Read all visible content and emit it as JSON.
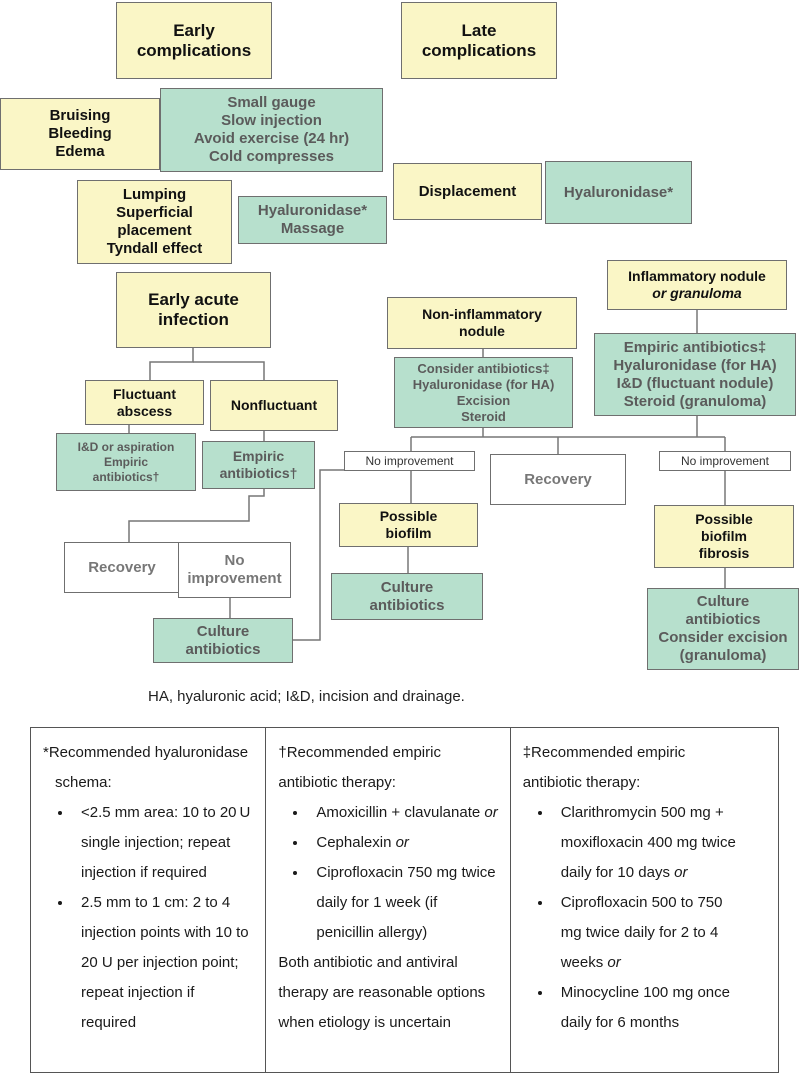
{
  "headers": {
    "early": [
      "Early",
      "complications"
    ],
    "late": [
      "Late",
      "complications"
    ]
  },
  "nodes": {
    "bruising": [
      "Bruising",
      "Bleeding",
      "Edema"
    ],
    "bruising_mgmt": [
      "Small gauge",
      "Slow injection",
      "Avoid exercise (24 hr)",
      "Cold compresses"
    ],
    "lumping": [
      "Lumping",
      "Superficial",
      "placement",
      "Tyndall effect"
    ],
    "lumping_mgmt": [
      "Hyaluronidase*",
      "Massage"
    ],
    "displacement": "Displacement",
    "displacement_mgmt": "Hyaluronidase*",
    "early_infection": [
      "Early acute",
      "infection"
    ],
    "fluctuant": [
      "Fluctuant",
      "abscess"
    ],
    "nonfluctuant": "Nonfluctuant",
    "fluctuant_mgmt": [
      "I&D or aspiration",
      "Empiric",
      "antibiotics†"
    ],
    "nonfluctuant_mgmt": [
      "Empiric",
      "antibiotics†"
    ],
    "recovery_left": "Recovery",
    "no_improvement_left": [
      "No",
      "improvement"
    ],
    "culture_left": [
      "Culture",
      "antibiotics"
    ],
    "noninflam": [
      "Non-inflammatory",
      "nodule"
    ],
    "noninflam_mgmt": [
      "Consider antibiotics‡",
      "Hyaluronidase (for HA)",
      "Excision",
      "Steroid"
    ],
    "inflam": [
      "Inflammatory nodule",
      "or granuloma"
    ],
    "inflam_mgmt": [
      "Empiric antibiotics‡",
      "Hyaluronidase (for HA)",
      "I&D (fluctuant nodule)",
      "Steroid (granuloma)"
    ],
    "no_improvement_mid": "No improvement",
    "recovery_mid": "Recovery",
    "no_improvement_right": "No improvement",
    "biofilm_mid": [
      "Possible",
      "biofilm"
    ],
    "culture_mid": [
      "Culture",
      "antibiotics"
    ],
    "biofilm_right": [
      "Possible",
      "biofilm",
      "fibrosis"
    ],
    "culture_right": [
      "Culture",
      "antibiotics",
      "Consider excision",
      "(granuloma)"
    ]
  },
  "footnote": "HA, hyaluronic acid; I&D, incision and drainage.",
  "notes": {
    "hyaluronidase": {
      "title": [
        "*Recommended hyaluronidase",
        "schema:"
      ],
      "items": [
        [
          "<2.5 mm area: 10 to 20 U",
          "single injection; repeat",
          "injection if required"
        ],
        [
          "2.5 mm to 1 cm: 2 to 4",
          "injection points with 10 to",
          "20 U per injection point;",
          "repeat injection if",
          "required"
        ]
      ]
    },
    "dagger": {
      "title": [
        "†Recommended empiric",
        "antibiotic therapy:"
      ],
      "items": [
        [
          "Amoxicillin + clavulanate or"
        ],
        [
          "Cephalexin or"
        ],
        [
          "Ciprofloxacin 750 mg twice",
          "daily for 1 week (if",
          "penicillin allergy)"
        ]
      ],
      "after": [
        "Both antibiotic and antiviral",
        "therapy are reasonable options",
        "when etiology is uncertain"
      ]
    },
    "double_dagger": {
      "title": [
        "‡Recommended empiric",
        "antibiotic therapy:"
      ],
      "items": [
        [
          "Clarithromycin 500 mg +",
          "moxifloxacin 400 mg twice",
          "daily for 10 days or"
        ],
        [
          "Ciprofloxacin 500 to 750",
          "mg twice daily for 2 to 4",
          "weeks or"
        ],
        [
          "Minocycline 100 mg once",
          "daily for 6 months"
        ]
      ]
    }
  },
  "colors": {
    "yellow_fill": "#faf6c6",
    "green_fill": "#b7e0cd",
    "border": "#6f6f6f"
  }
}
